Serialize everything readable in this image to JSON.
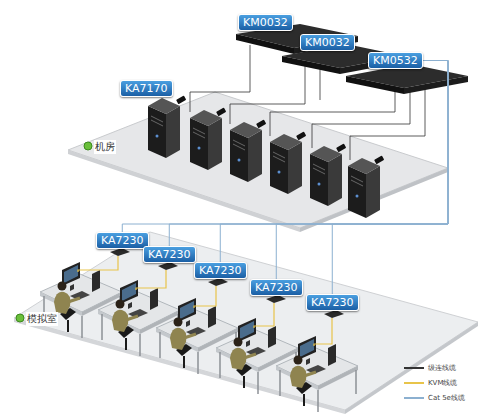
{
  "diagram": {
    "nodes": [
      {
        "text": [
          "KM0032"
        ]
      },
      {
        "text": [
          "KM0032"
        ]
      },
      {
        "text": [
          "KM0532"
        ]
      },
      {
        "text": [
          "KA7170"
        ]
      },
      {
        "text": [
          "KA7230"
        ]
      },
      {
        "text": [
          "KA7230"
        ]
      },
      {
        "text": [
          "KA7230"
        ]
      },
      {
        "text": [
          "KA7230"
        ]
      },
      {
        "text": [
          "KA7230"
        ]
      }
    ],
    "edges": [
      {
        "from": 2,
        "to": 4,
        "arrow": "none"
      },
      {
        "from": 2,
        "to": 5,
        "arrow": "none"
      },
      {
        "from": 2,
        "to": 6,
        "arrow": "none"
      },
      {
        "from": 2,
        "to": 7,
        "arrow": "none"
      },
      {
        "from": 2,
        "to": 8,
        "arrow": "none"
      }
    ],
    "labels": [
      "机房",
      "模拟室"
    ],
    "legend": [
      {
        "text": "级连线缆"
      },
      {
        "text": "KVM线缆"
      },
      {
        "text": "Cat 5e线缆"
      }
    ]
  }
}
